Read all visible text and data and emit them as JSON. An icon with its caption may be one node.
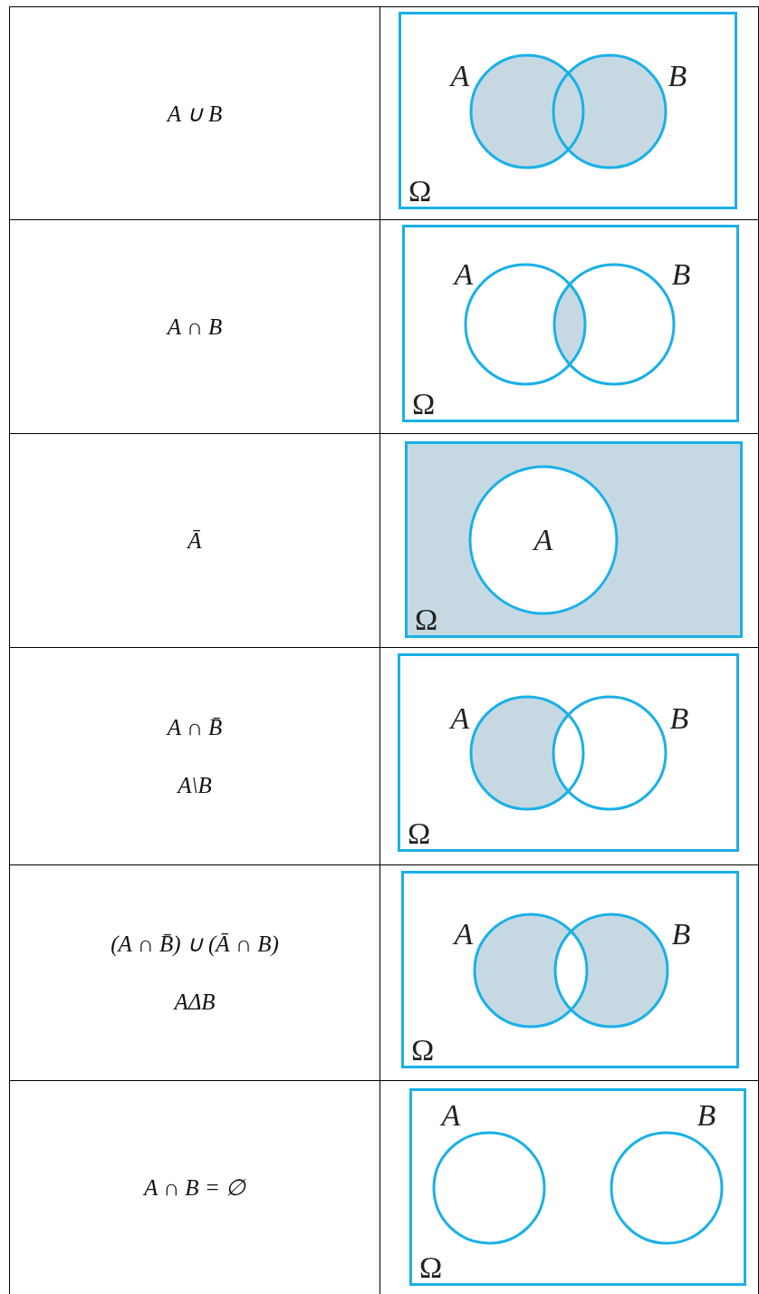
{
  "diagram": {
    "nodes": [
      {
        "text": [
          "Ω"
        ]
      },
      {
        "text": [
          "A"
        ],
        "in": 0
      },
      {
        "text": [
          "B"
        ],
        "in": 0
      },
      {
        "text": [
          "Ω"
        ]
      },
      {
        "text": [
          "A"
        ],
        "in": 3
      },
      {
        "text": [
          "B"
        ],
        "in": 3
      },
      {
        "text": [
          "Ω"
        ]
      },
      {
        "text": [
          "A"
        ],
        "in": 6
      },
      {
        "text": [
          "Ω"
        ]
      },
      {
        "text": [
          "A"
        ],
        "in": 8
      },
      {
        "text": [
          "B"
        ],
        "in": 8
      },
      {
        "text": [
          "Ω"
        ]
      },
      {
        "text": [
          "A"
        ],
        "in": 11
      },
      {
        "text": [
          "B"
        ],
        "in": 11
      },
      {
        "text": [
          "Ω"
        ]
      },
      {
        "text": [
          "A"
        ],
        "in": 14
      },
      {
        "text": [
          "B"
        ],
        "in": 14
      }
    ],
    "labels": [
      "A ∪ B",
      "A ∩ B",
      "Ā",
      "A ∩ B̄",
      "A\\B",
      "(A ∩ B̄) ∪ (Ā ∩ B)",
      "AΔB",
      "A ∩ B = ∅"
    ]
  }
}
